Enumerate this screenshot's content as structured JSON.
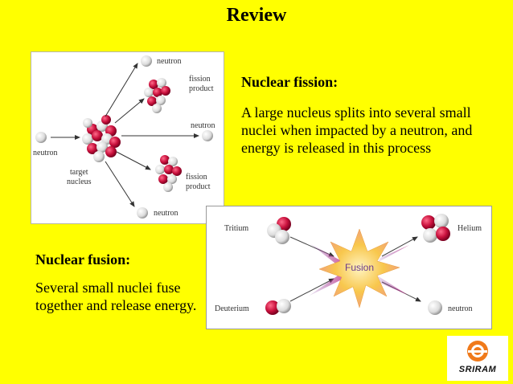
{
  "slide": {
    "title": "Review"
  },
  "fission": {
    "heading": "Nuclear fission:",
    "text": "A large nucleus splits into several small nuclei when impacted by a neutron, and energy is released in this process",
    "diagram_labels": {
      "neutron_top": "neutron",
      "fission_product_top_1": "fission",
      "fission_product_top_2": "product",
      "neutron_mid": "neutron",
      "neutron_left": "neutron",
      "target_1": "target",
      "target_2": "nucleus",
      "fission_product_bottom_1": "fission",
      "fission_product_bottom_2": "product",
      "neutron_bottom": "neutron"
    }
  },
  "fusion": {
    "heading": "Nuclear fusion:",
    "text": "Several small nuclei fuse together and release energy.",
    "diagram_labels": {
      "tritium": "Tritium",
      "helium": "Helium",
      "fusion": "Fusion",
      "deuterium": "Deuterium",
      "neutron": "neutron"
    }
  },
  "logo": {
    "text": "SRIRAM"
  },
  "colors": {
    "background": "#ffff00",
    "proton": "#c8103c",
    "neutron": "#e8e8e8",
    "burst": "#f7c24a"
  }
}
